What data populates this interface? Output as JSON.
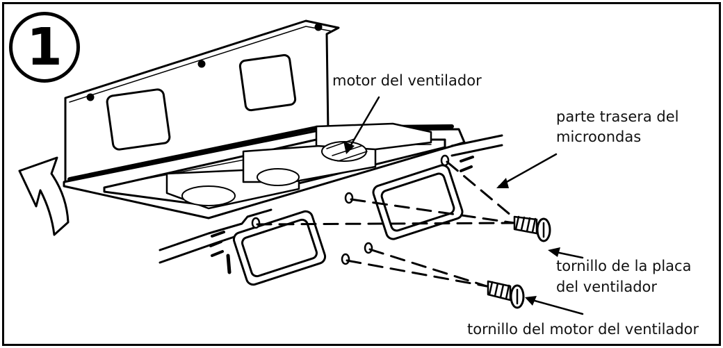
{
  "step_number": "1",
  "labels": {
    "fan_motor": "motor del ventilador",
    "microwave_back_line1": "parte trasera del",
    "microwave_back_line2": "microondas",
    "plate_screw_line1": "tornillo de la placa",
    "plate_screw_line2": "del ventilador",
    "motor_screw": "tornillo del motor del ventilador"
  },
  "colors": {
    "ink": "#000000",
    "background": "#ffffff"
  }
}
